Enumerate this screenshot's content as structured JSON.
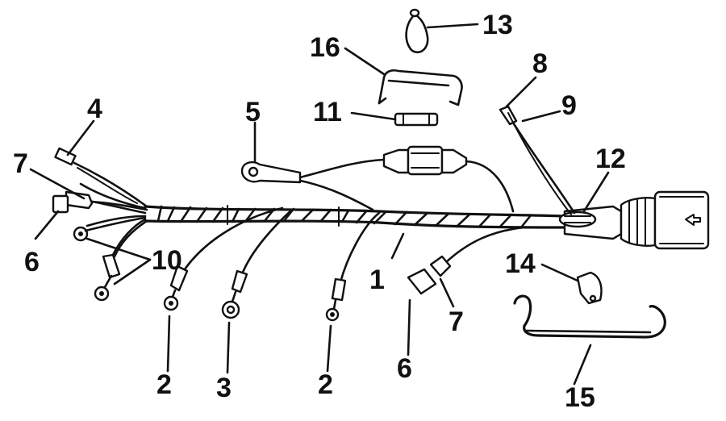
{
  "diagram": {
    "style": "line-art parts diagram",
    "ink_color": "#111111",
    "background_color": "#ffffff",
    "callouts": [
      {
        "id": "c1",
        "label": "1"
      },
      {
        "id": "c2a",
        "label": "2"
      },
      {
        "id": "c2b",
        "label": "2"
      },
      {
        "id": "c3",
        "label": "3"
      },
      {
        "id": "c4",
        "label": "4"
      },
      {
        "id": "c5",
        "label": "5"
      },
      {
        "id": "c6a",
        "label": "6"
      },
      {
        "id": "c6b",
        "label": "6"
      },
      {
        "id": "c7a",
        "label": "7"
      },
      {
        "id": "c7b",
        "label": "7"
      },
      {
        "id": "c8",
        "label": "8"
      },
      {
        "id": "c9",
        "label": "9"
      },
      {
        "id": "c10",
        "label": "10"
      },
      {
        "id": "c11",
        "label": "11"
      },
      {
        "id": "c12",
        "label": "12"
      },
      {
        "id": "c13",
        "label": "13"
      },
      {
        "id": "c14",
        "label": "14"
      },
      {
        "id": "c15",
        "label": "15"
      },
      {
        "id": "c16",
        "label": "16"
      }
    ]
  }
}
